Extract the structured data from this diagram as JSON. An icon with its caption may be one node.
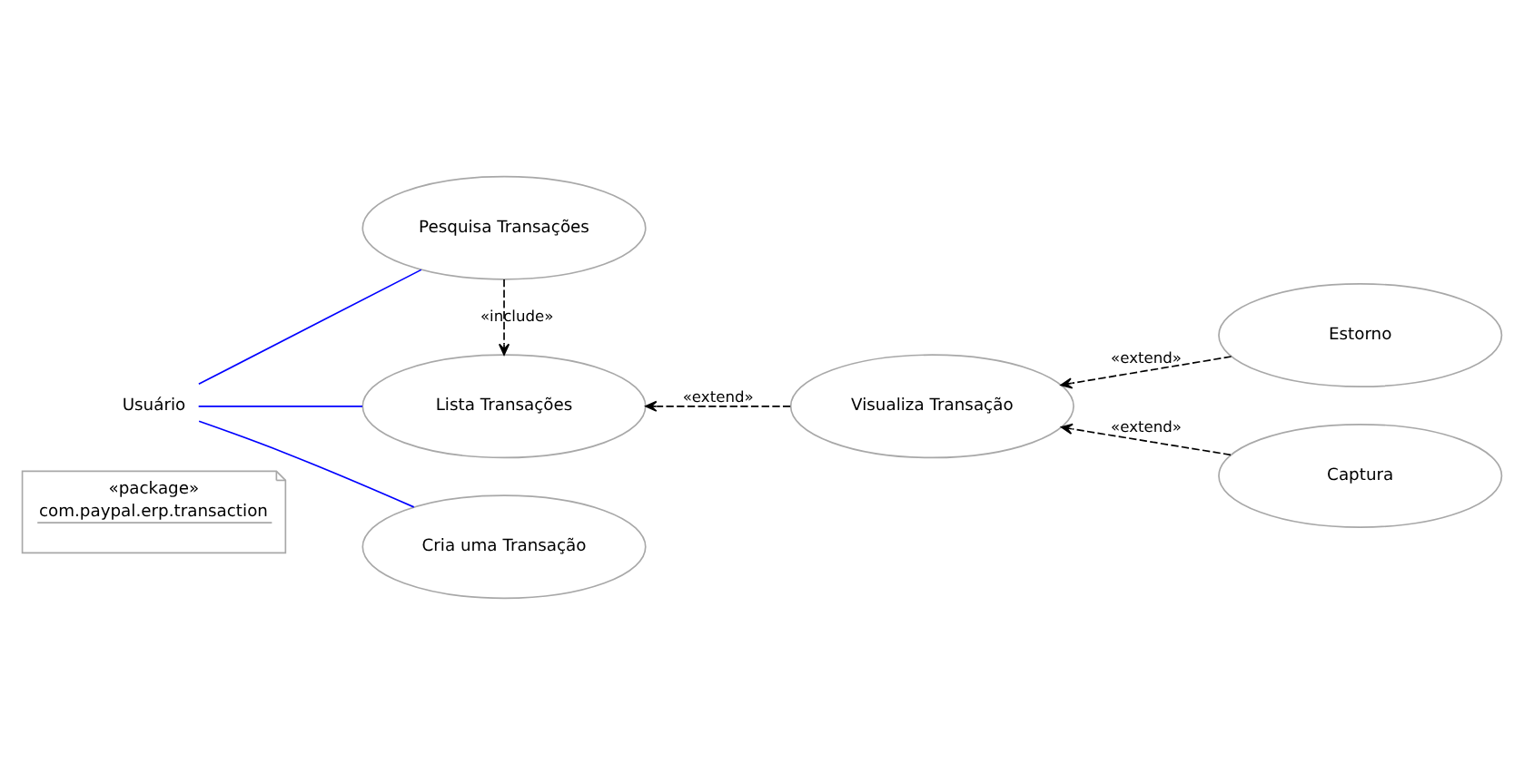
{
  "diagram": {
    "nodes": [
      {
        "text": [
          "«package»",
          "com.paypal.erp.transaction"
        ]
      },
      {
        "text": [
          "Usuário"
        ]
      },
      {
        "text": [
          "Pesquisa Transações"
        ]
      },
      {
        "text": [
          "Lista Transações"
        ]
      },
      {
        "text": [
          "Cria uma Transação"
        ]
      },
      {
        "text": [
          "Visualiza Transação"
        ]
      },
      {
        "text": [
          "Estorno"
        ]
      },
      {
        "text": [
          "Captura"
        ]
      }
    ],
    "edges": [
      {
        "from": 2,
        "to": 1,
        "arrow": "none",
        "color": "#0000ff"
      },
      {
        "from": 3,
        "to": 1,
        "arrow": "none",
        "color": "#0000ff"
      },
      {
        "from": 4,
        "to": 1,
        "arrow": "none",
        "color": "#0000ff"
      },
      {
        "from": 2,
        "to": 3,
        "arrow": "to",
        "style": "dashed",
        "label": "«include»"
      },
      {
        "from": 5,
        "to": 3,
        "arrow": "to",
        "style": "dashed",
        "label": "«extend»"
      },
      {
        "from": 6,
        "to": 5,
        "arrow": "to",
        "style": "dashed",
        "label": "«extend»"
      },
      {
        "from": 7,
        "to": 5,
        "arrow": "to",
        "style": "dashed",
        "label": "«extend»"
      }
    ]
  }
}
